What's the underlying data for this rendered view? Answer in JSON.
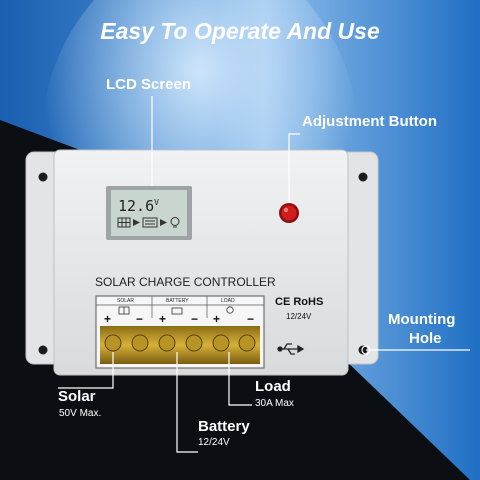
{
  "headline": "Easy To Operate And Use",
  "callouts": {
    "lcd": "LCD Screen",
    "adjust": "Adjustment Button",
    "mount_line1": "Mounting",
    "mount_line2": "Hole",
    "solar": "Solar",
    "solar_spec": "50V Max.",
    "load": "Load",
    "load_spec": "30A Max",
    "battery": "Battery",
    "battery_spec": "12/24V"
  },
  "device": {
    "title": "SOLAR CHARGE CONTROLLER",
    "lcd_reading": "12.6",
    "lcd_unit": "V",
    "terminal_headers": [
      "SOLAR",
      "BATTERY",
      "LOAD"
    ],
    "polarity": [
      "+",
      "−",
      "+",
      "−",
      "+",
      "−"
    ],
    "cert": "CE RoHS",
    "voltage": "12/24V"
  },
  "icons": [
    "solar-panel-icon",
    "arrow-icon",
    "battery-icon",
    "bulb-icon",
    "usb-icon"
  ],
  "colors": {
    "accent_blue": "#1f6fc4",
    "dark": "#0b0f14",
    "device_body": "#e9eaeb",
    "lcd": "#c9d6cf",
    "button_red": "#d21c1c",
    "terminal_brass": "#c9a227"
  }
}
